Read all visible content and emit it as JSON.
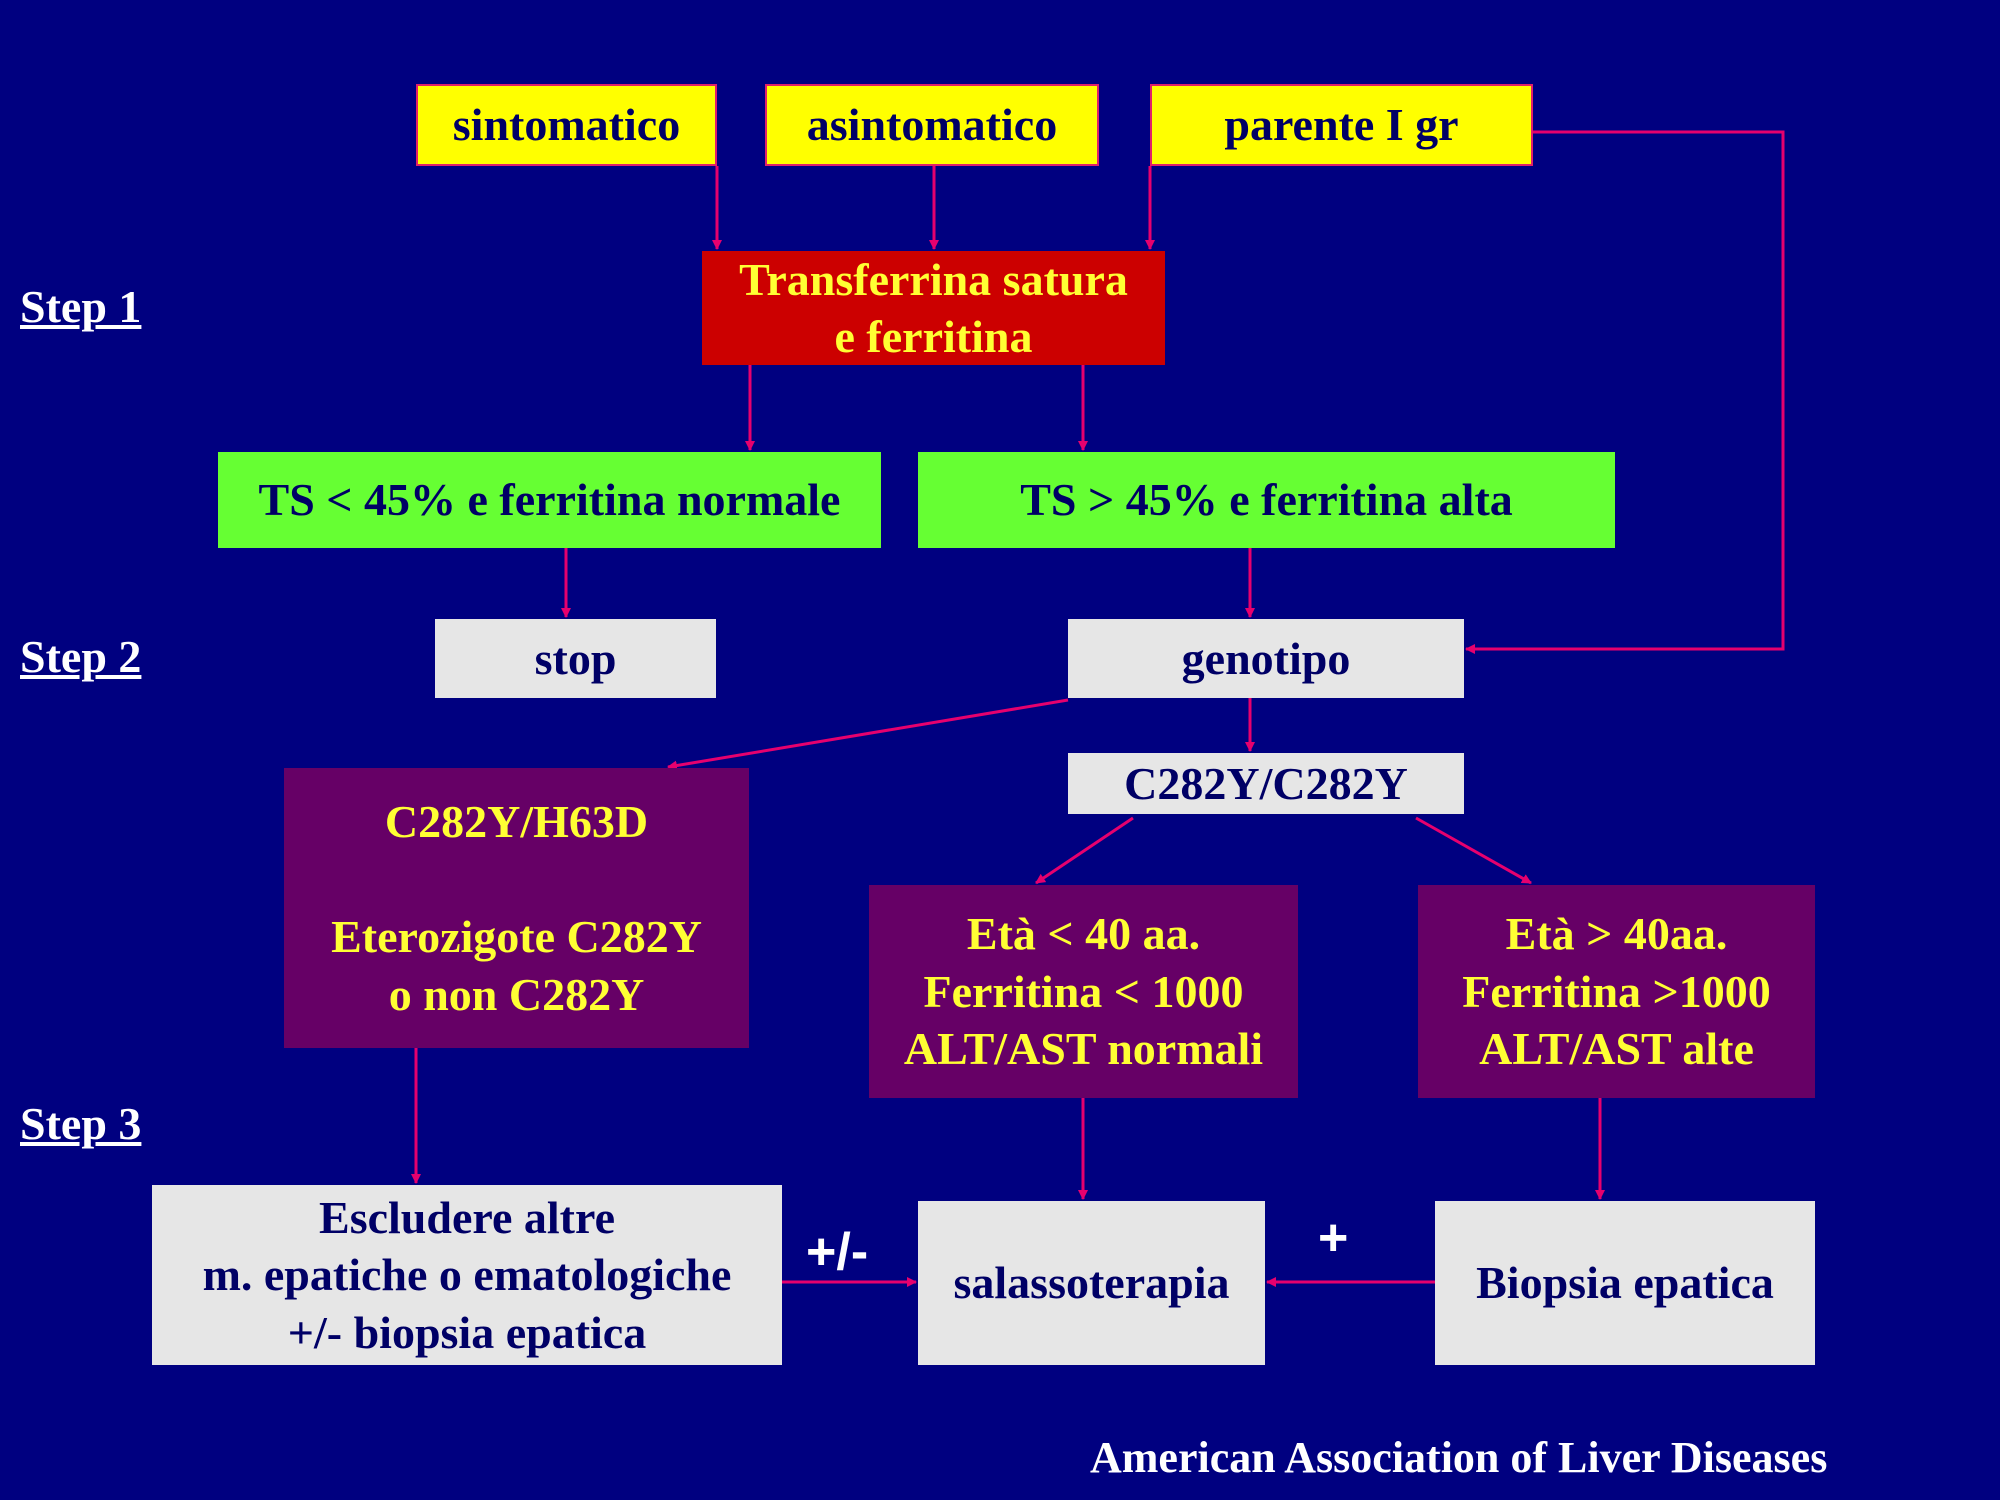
{
  "steps": [
    "Step 1",
    "Step 2",
    "Step 3"
  ],
  "presentation": {
    "symptomatic": "sintomatico",
    "asymptomatic": "asintomatico",
    "relative": "parente I gr"
  },
  "step1": {
    "test_line1": "Transferrina satura",
    "test_line2": "e ferritina"
  },
  "results": {
    "normal": "TS < 45% e ferritina normale",
    "high": "TS > 45% e ferritina alta"
  },
  "step2": {
    "stop": "stop",
    "genotype": "genotipo",
    "homozygous": "C282Y/C282Y"
  },
  "heterozygous": {
    "line1": "C282Y/H63D",
    "line2": "Eterozigote C282Y",
    "line3": "o non C282Y"
  },
  "age_under_40": {
    "line1": "Età < 40 aa.",
    "line2": "Ferritina < 1000",
    "line3": "ALT/AST normali"
  },
  "age_over_40": {
    "line1": "Età > 40aa.",
    "line2": "Ferritina >1000",
    "line3": "ALT/AST alte"
  },
  "step3": {
    "exclude_line1": "Escludere altre",
    "exclude_line2": "m. epatiche o ematologiche",
    "exclude_line3": "+/- biopsia epatica",
    "phlebotomy": "salassoterapia",
    "biopsy": "Biopsia epatica",
    "plus_minus": "+/-",
    "plus": "+"
  },
  "footer": "American Association of Liver Diseases",
  "colors": {
    "background": "#000080",
    "arrow": "#e6006e",
    "yellow": "#ffff00",
    "red": "#cc0000",
    "green": "#66ff33",
    "gray": "#e6e6e6",
    "purple": "#660066"
  }
}
